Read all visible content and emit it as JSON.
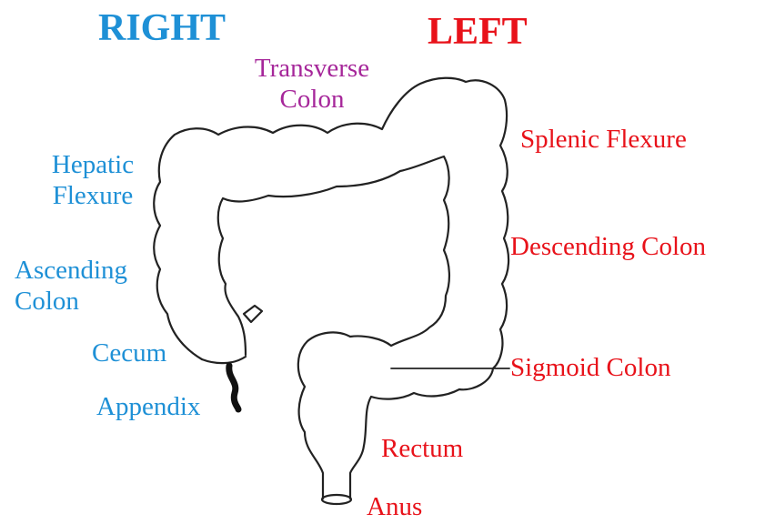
{
  "headers": {
    "right": "RIGHT",
    "left": "LEFT"
  },
  "labels": {
    "transverse_colon": [
      "Transverse",
      "Colon"
    ],
    "hepatic_flexure": [
      "Hepatic",
      "Flexure"
    ],
    "ascending_colon": [
      "Ascending",
      "Colon"
    ],
    "cecum": "Cecum",
    "appendix": "Appendix",
    "splenic_flexure": "Splenic Flexure",
    "descending_colon": "Descending Colon",
    "sigmoid_colon": "Sigmoid Colon",
    "rectum": "Rectum",
    "anus": "Anus"
  },
  "colors": {
    "right_side": "#1e90d6",
    "left_side": "#e8121a",
    "transverse": "#a6279a",
    "outline": "#222222",
    "appendix": "#111111"
  }
}
